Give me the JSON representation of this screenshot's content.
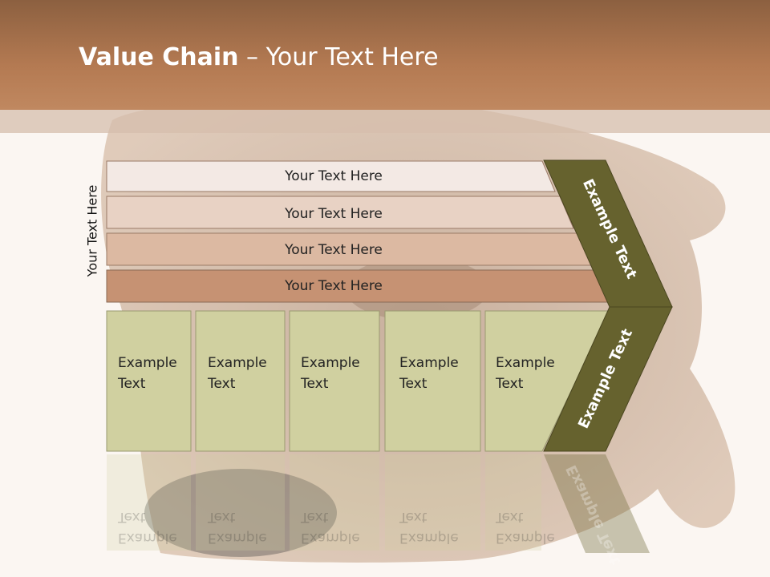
{
  "slide": {
    "title_bold": "Value Chain",
    "title_rest": " – Your Text Here",
    "side_label": "Your Text Here"
  },
  "bars": [
    {
      "label": "Your Text Here",
      "color": "#f3e9e4"
    },
    {
      "label": "Your Text Here",
      "color": "#e8d2c4"
    },
    {
      "label": "Your Text Here",
      "color": "#dcb9a2"
    },
    {
      "label": "Your Text Here",
      "color": "#c69273"
    }
  ],
  "boxes": [
    {
      "line1": "Example",
      "line2": "Text"
    },
    {
      "line1": "Example",
      "line2": "Text"
    },
    {
      "line1": "Example",
      "line2": "Text"
    },
    {
      "line1": "Example",
      "line2": "Text"
    },
    {
      "line1": "Example",
      "line2": "Text"
    }
  ],
  "chevrons": {
    "upper": "Example Text",
    "lower": "Example Text",
    "color": "#66622e"
  },
  "colors": {
    "header": "#b47a52",
    "box_fill": "#d0d0a0",
    "background": "#fbf6f2"
  }
}
